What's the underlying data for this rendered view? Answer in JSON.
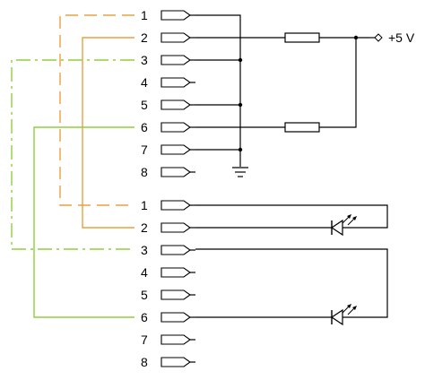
{
  "connector_top": {
    "pins": [
      "1",
      "2",
      "3",
      "4",
      "5",
      "6",
      "7",
      "8"
    ]
  },
  "connector_bottom": {
    "pins": [
      "1",
      "2",
      "3",
      "4",
      "5",
      "6",
      "7",
      "8"
    ]
  },
  "supply": {
    "label": "+5 V"
  },
  "colors": {
    "orange_wire": "#e8a040",
    "green_wire": "#8fcf3c",
    "black_wire": "#000000"
  },
  "wiring": [
    {
      "from": "top-1",
      "to": "bottom-1",
      "color": "orange",
      "style": "dashed"
    },
    {
      "from": "top-2",
      "to": "bottom-2",
      "color": "orange",
      "style": "solid"
    },
    {
      "from": "top-3",
      "to": "bottom-3",
      "color": "green",
      "style": "dash-dot"
    },
    {
      "from": "top-6",
      "to": "bottom-6",
      "color": "green",
      "style": "solid"
    }
  ],
  "components": [
    {
      "type": "resistor",
      "between": [
        "top-2",
        "+5 V"
      ]
    },
    {
      "type": "resistor",
      "between": [
        "top-6",
        "+5 V"
      ]
    },
    {
      "type": "ground",
      "pins": [
        "top-1",
        "top-3",
        "top-5",
        "top-7"
      ]
    },
    {
      "type": "led",
      "between": [
        "bottom-1",
        "bottom-2"
      ]
    },
    {
      "type": "led",
      "between": [
        "bottom-3",
        "bottom-6"
      ]
    }
  ]
}
